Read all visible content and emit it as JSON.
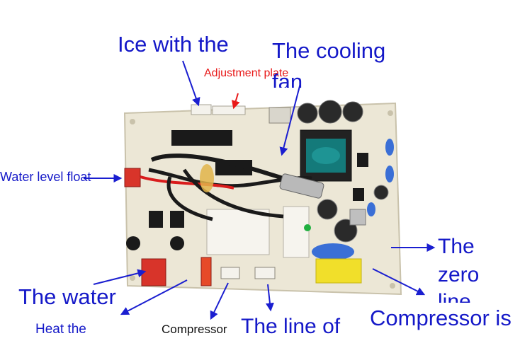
{
  "image": {
    "labels": {
      "ice_with_the": "Ice with the",
      "adjustment_plate": "Adjustment plate",
      "the_cooling": "The cooling",
      "fan": "fan",
      "water_level_float": "Water level float",
      "the_zero": "The",
      "zero": "zero",
      "line": "line",
      "the_water": "The water",
      "heat_the": "Heat the",
      "compressor": "Compressor",
      "the_line_of": "The line of",
      "compressor_is": "Compressor is"
    },
    "colors": {
      "background": "#ffffff",
      "board": "#ece7d6",
      "label_blue": "#1418c8",
      "label_red": "#e81818",
      "arrow_blue": "#1a1ed0"
    }
  }
}
